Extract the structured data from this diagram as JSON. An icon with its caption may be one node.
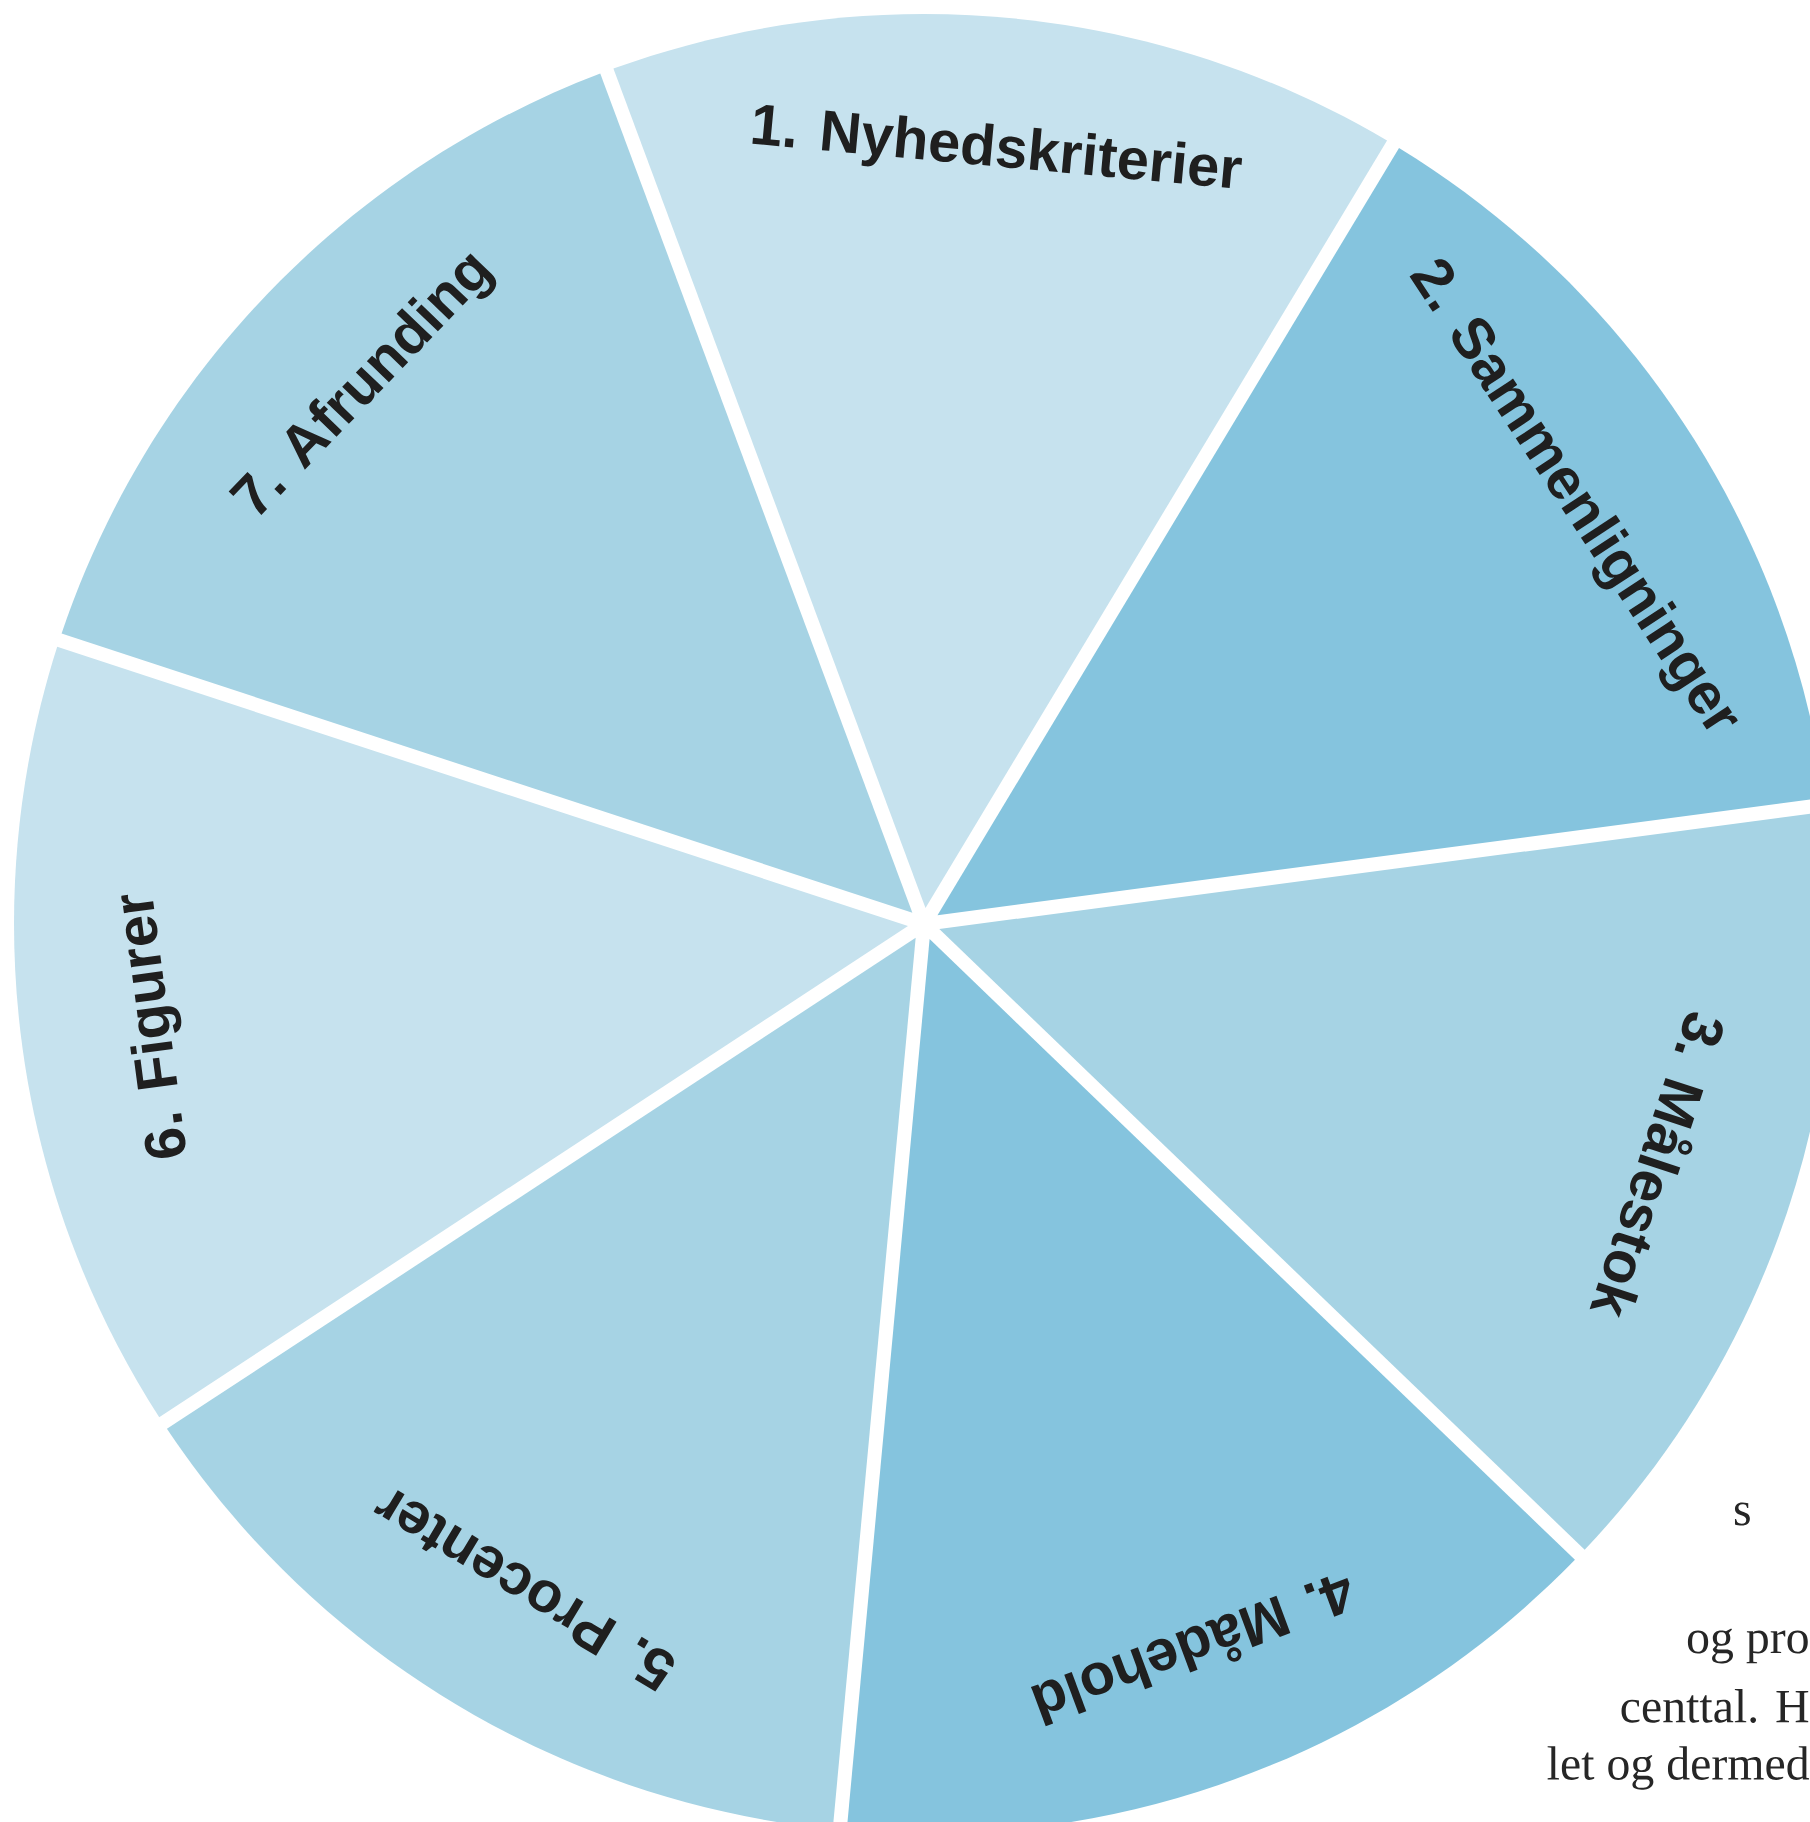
{
  "diagram": {
    "nodes": [
      {
        "text": [
          "1. Nyhedskriterier"
        ]
      },
      {
        "text": [
          "2. Sammenligninger"
        ]
      },
      {
        "text": [
          "3. Målestok"
        ]
      },
      {
        "text": [
          "4. Mådehold"
        ]
      },
      {
        "text": [
          "5. Procenter"
        ]
      },
      {
        "text": [
          "6. Figurer"
        ]
      },
      {
        "text": [
          "7. Afrunding"
        ]
      }
    ],
    "labels": [
      "s",
      "og pro",
      "centtal. H",
      "let og dermed"
    ]
  }
}
